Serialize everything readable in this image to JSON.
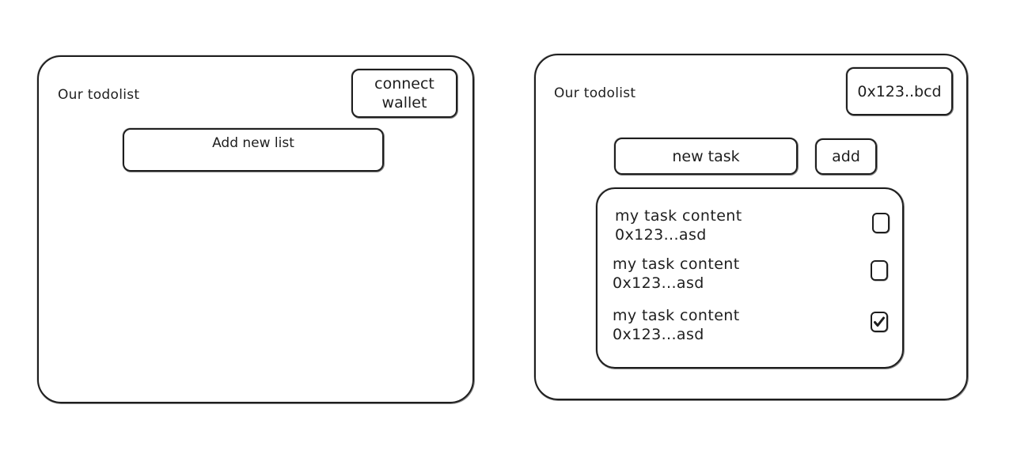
{
  "left_screen": {
    "title": "Our todolist",
    "connect_button_label": "connect\nwallet",
    "add_list_label": "Add new list"
  },
  "right_screen": {
    "title": "Our todolist",
    "wallet_address": "0x123..bcd",
    "new_task_placeholder": "new task",
    "add_button_label": "add",
    "tasks": [
      {
        "content": "my task content",
        "address": "0x123...asd",
        "checked": false
      },
      {
        "content": "my task content",
        "address": "0x123...asd",
        "checked": false
      },
      {
        "content": "my task content",
        "address": "0x123...asd",
        "checked": true
      }
    ]
  },
  "icons": {
    "checkmark": "check-icon"
  }
}
